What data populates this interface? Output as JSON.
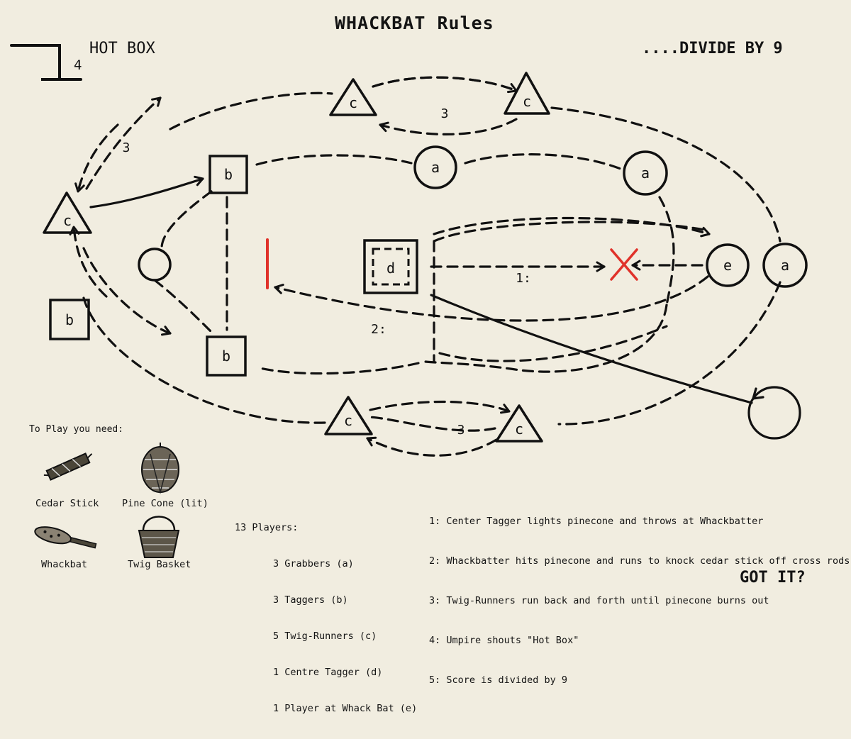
{
  "title": "WHACKBAT Rules",
  "hot_box": {
    "label": "HOT BOX",
    "number": "4"
  },
  "divide_label": "....DIVIDE BY 9",
  "got_it": "GOT IT?",
  "diagram": {
    "grabber_label": "a",
    "tagger_label": "b",
    "twig_runner_label": "c",
    "centre_tagger_label": "d",
    "whack_batter_label": "e",
    "path_labels": {
      "throw": "1:",
      "run": "2:",
      "twig_top": "3",
      "twig_left": "3",
      "twig_bottom": "3"
    },
    "colors": {
      "ink": "#111111",
      "red_mark": "#e0322a",
      "paper": "#f1ede0"
    }
  },
  "equipment": {
    "heading": "To Play you need:",
    "items": [
      {
        "label": "Cedar Stick",
        "icon": "cedar-stick-icon"
      },
      {
        "label": "Pine Cone (lit)",
        "icon": "pine-cone-icon"
      },
      {
        "label": "Whackbat",
        "icon": "whackbat-icon"
      },
      {
        "label": "Twig Basket",
        "icon": "twig-basket-icon"
      }
    ]
  },
  "players": {
    "heading": "13 Players:",
    "lines": [
      "3 Grabbers (a)",
      "3 Taggers (b)",
      "5 Twig-Runners (c)",
      "1 Centre Tagger (d)",
      "1 Player at Whack Bat (e)"
    ]
  },
  "rules": [
    "1: Center Tagger lights pinecone and throws at Whackbatter",
    "2: Whackbatter hits pinecone and runs to knock cedar stick off cross rods",
    "3: Twig-Runners run back and forth until pinecone burns out",
    "4: Umpire shouts \"Hot Box\"",
    "5: Score is divided by 9"
  ]
}
